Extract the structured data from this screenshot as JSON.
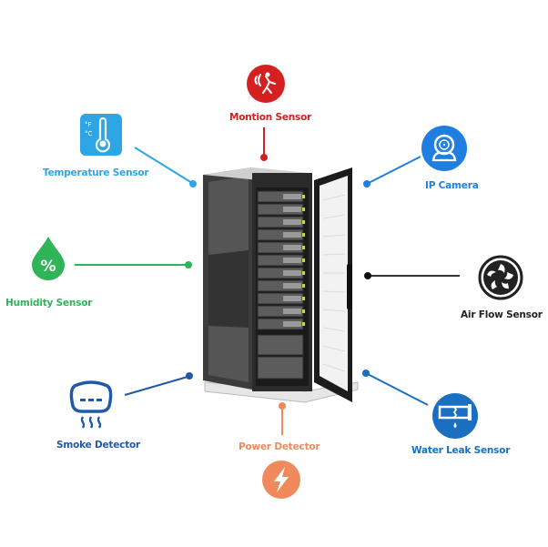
{
  "diagram": {
    "center": "server-rack",
    "colors": {
      "motion": "#d42020",
      "temperature": "#2ea6e6",
      "humidity": "#2fb457",
      "smoke": "#1f5aa8",
      "power": "#f08a5d",
      "camera": "#1e7fe0",
      "airflow": "#222222",
      "water": "#1a6fc0"
    },
    "sensors": [
      {
        "id": "motion",
        "label": "Montion Sensor",
        "icon": "motion-icon"
      },
      {
        "id": "temperature",
        "label": "Temperature Sensor",
        "icon": "thermometer-icon"
      },
      {
        "id": "humidity",
        "label": "Humidity Sensor",
        "icon": "humidity-drop-icon"
      },
      {
        "id": "smoke",
        "label": "Smoke Detector",
        "icon": "smoke-detector-icon"
      },
      {
        "id": "power",
        "label": "Power Detector",
        "icon": "lightning-icon"
      },
      {
        "id": "camera",
        "label": "IP Camera",
        "icon": "webcam-icon"
      },
      {
        "id": "airflow",
        "label": "Air Flow Sensor",
        "icon": "fan-icon"
      },
      {
        "id": "water",
        "label": "Water Leak Sensor",
        "icon": "water-leak-icon"
      }
    ]
  }
}
